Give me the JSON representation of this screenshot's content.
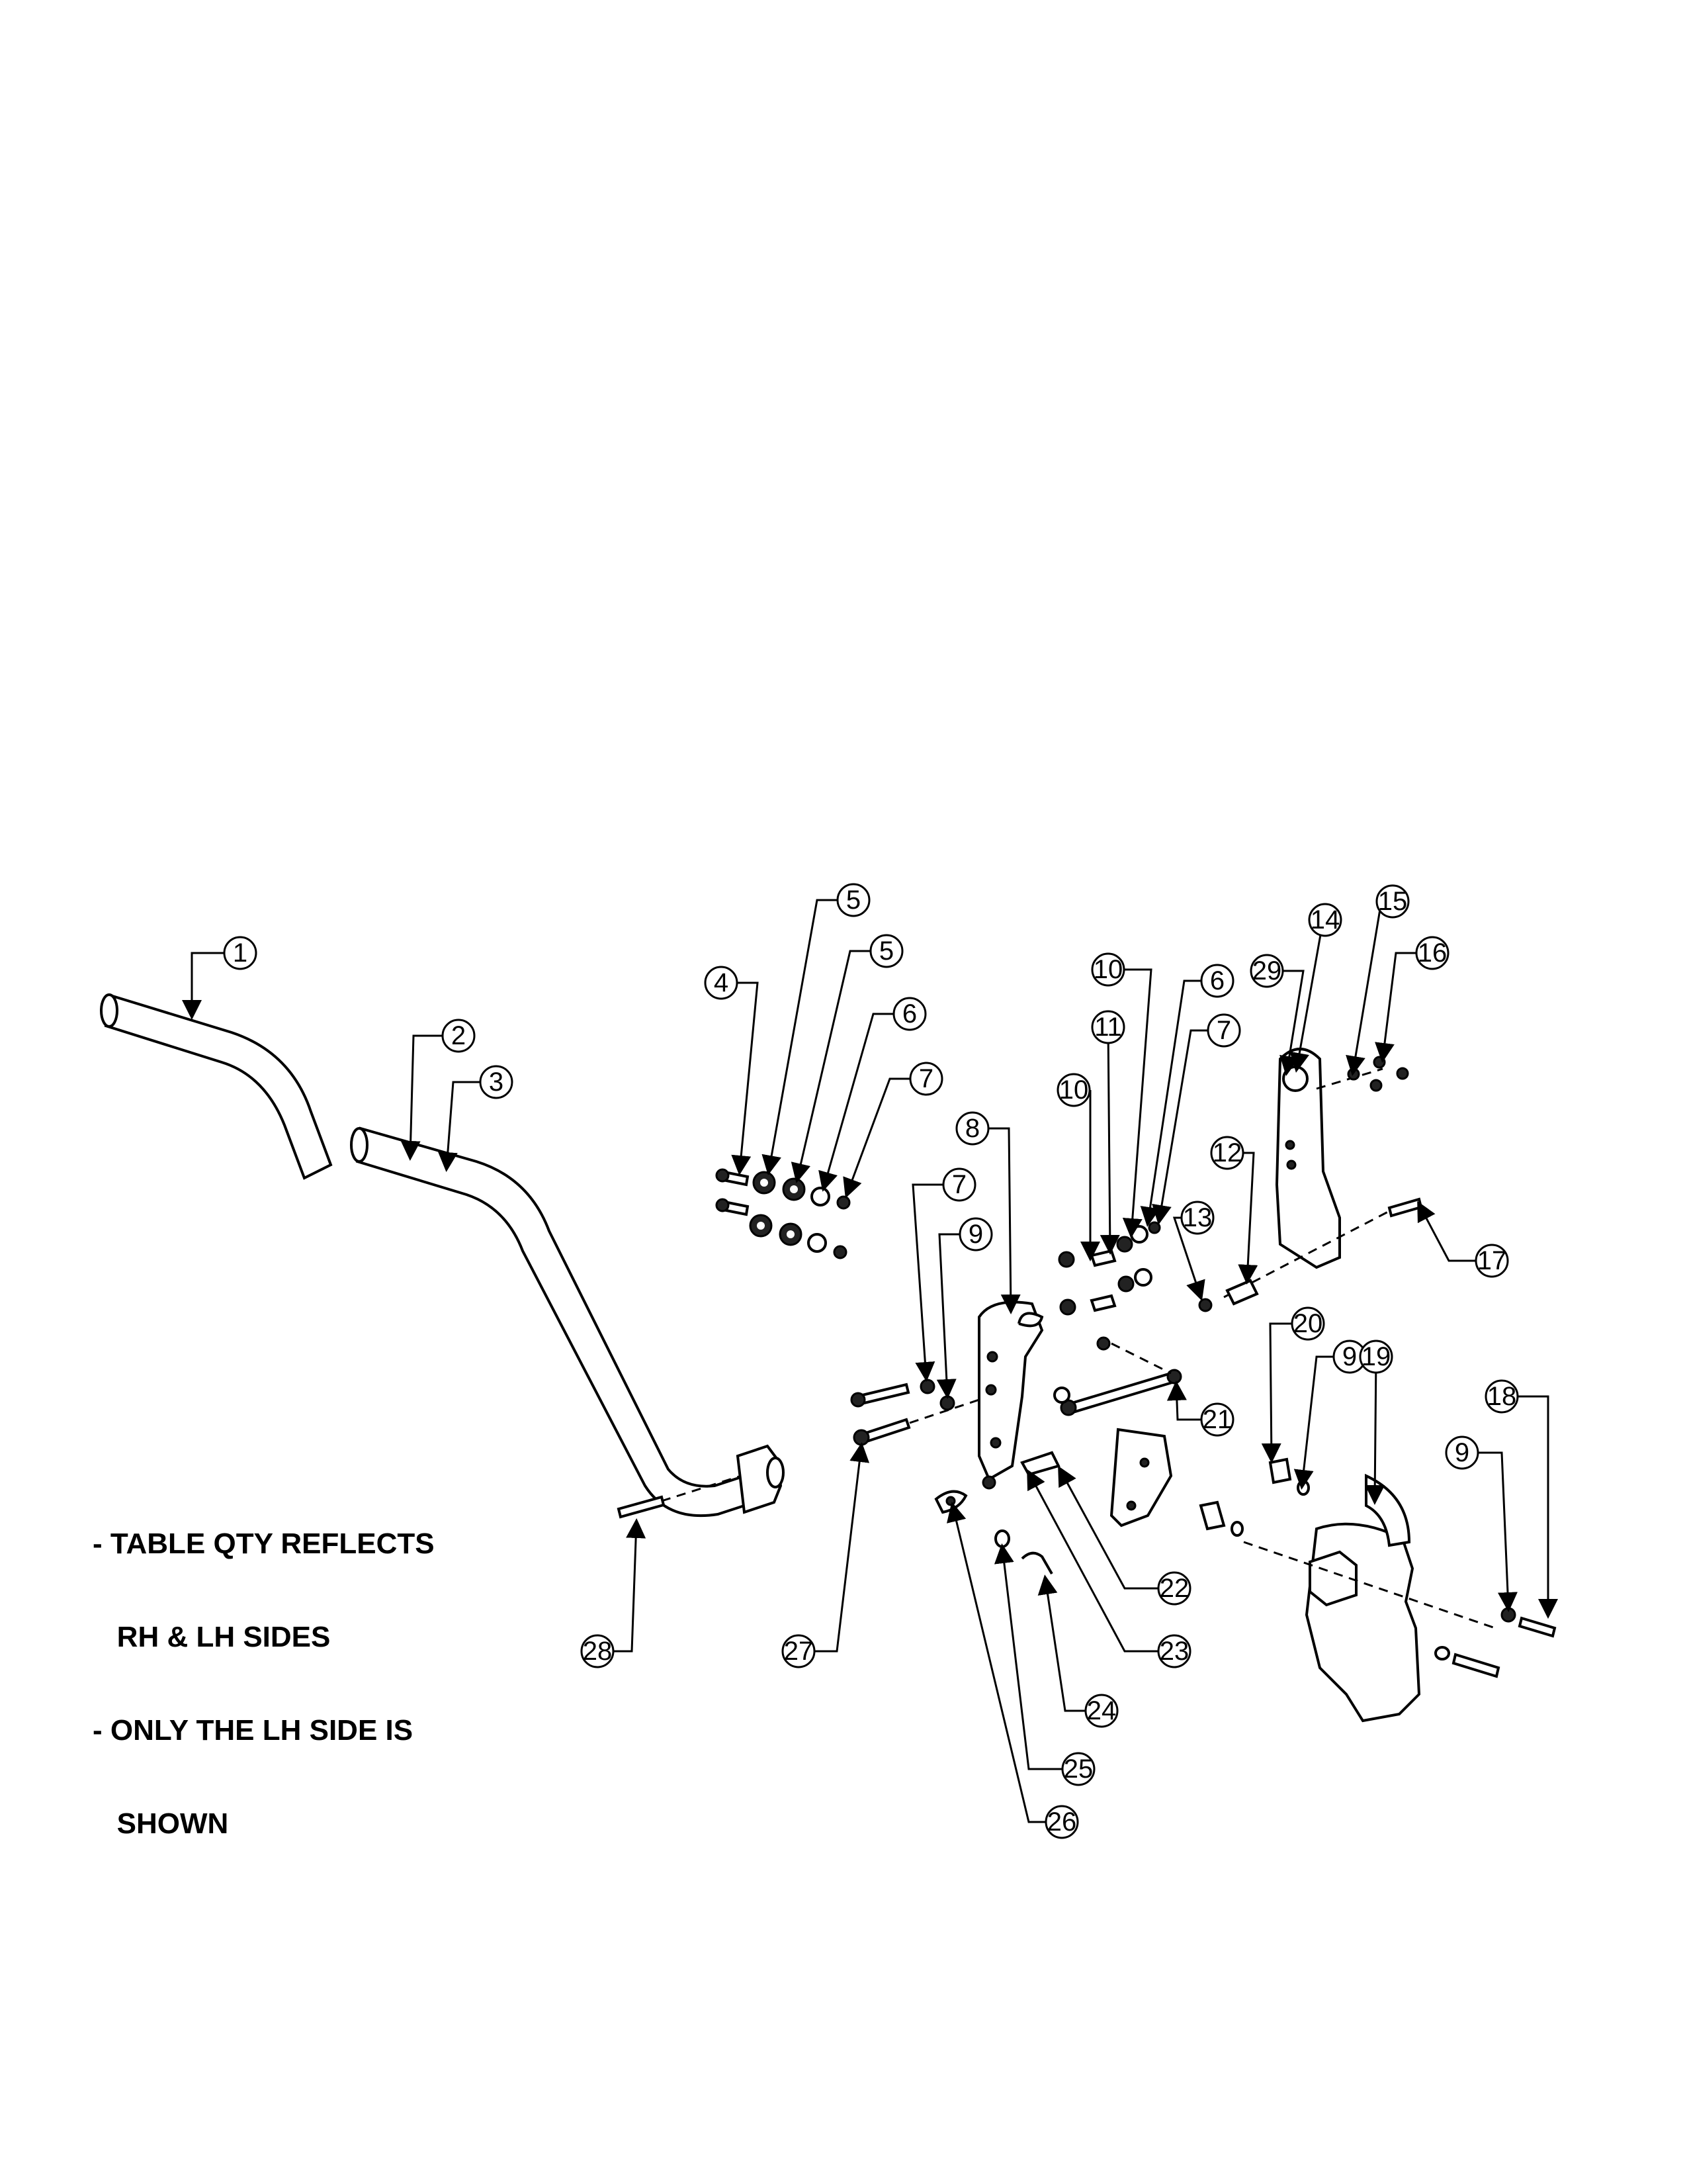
{
  "notes": [
    "- TABLE QTY REFLECTS",
    "   RH & LH SIDES",
    "- ONLY THE LH SIDE IS",
    "   SHOWN"
  ],
  "callouts": [
    "1",
    "2",
    "3",
    "4",
    "5",
    "5",
    "6",
    "7",
    "7",
    "8",
    "9",
    "10",
    "10",
    "11",
    "6",
    "7",
    "12",
    "13",
    "14",
    "29",
    "15",
    "16",
    "17",
    "20",
    "9",
    "19",
    "18",
    "9",
    "21",
    "22",
    "23",
    "24",
    "25",
    "26",
    "27",
    "28"
  ]
}
